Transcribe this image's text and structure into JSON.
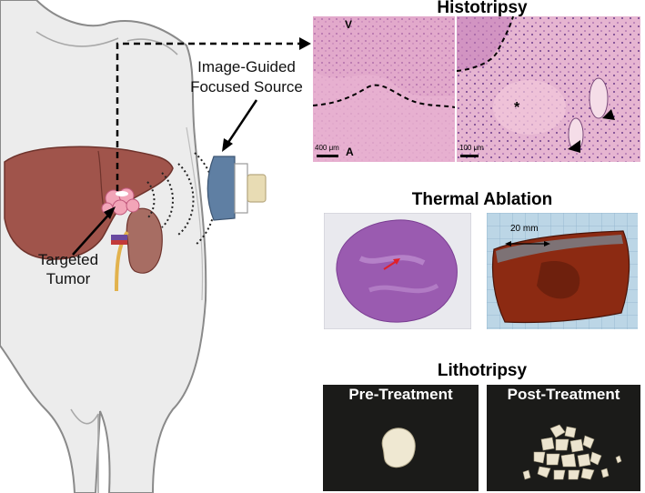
{
  "sections": {
    "histotripsy": "Histotripsy",
    "thermal": "Thermal Ablation",
    "lithotripsy": "Lithotripsy"
  },
  "labels": {
    "source_line1": "Image-Guided",
    "source_line2": "Focused Source",
    "tumor_line1": "Targeted",
    "tumor_line2": "Tumor"
  },
  "histo_panels": {
    "left_marker_v": "V",
    "left_marker_a": "A",
    "left_scale": "400 μm",
    "right_marker_star": "*",
    "right_scale": "100 μm"
  },
  "thermal_panels": {
    "scale_label": "20 mm"
  },
  "litho_panels": {
    "pre": "Pre-Treatment",
    "post": "Post-Treatment"
  },
  "colors": {
    "body": "#ececec",
    "body_outline": "#8a8a8a",
    "liver": "#a0544b",
    "histology_pink": "#d9a7c7",
    "histology_purple": "#9a5bb0",
    "liver_cut": "#8c2a12",
    "transducer_blue": "#5f7fa3"
  }
}
